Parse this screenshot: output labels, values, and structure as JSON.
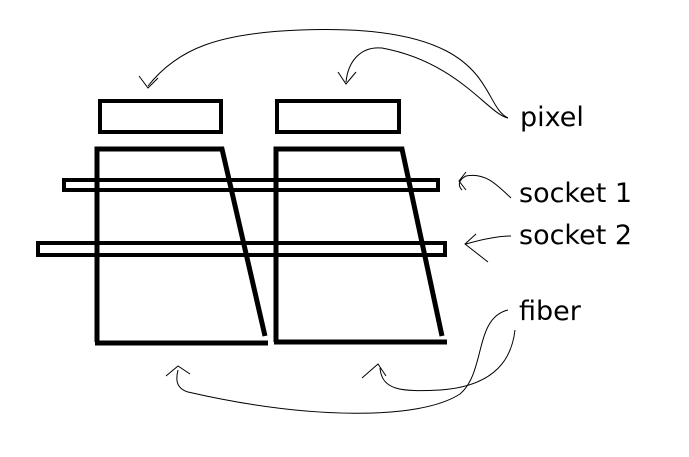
{
  "labels": {
    "pixel": "pixel",
    "socket1": "socket 1",
    "socket2": "socket 2",
    "fiber": "fiber"
  },
  "colors": {
    "ink": "#000000",
    "background": "#ffffff"
  }
}
